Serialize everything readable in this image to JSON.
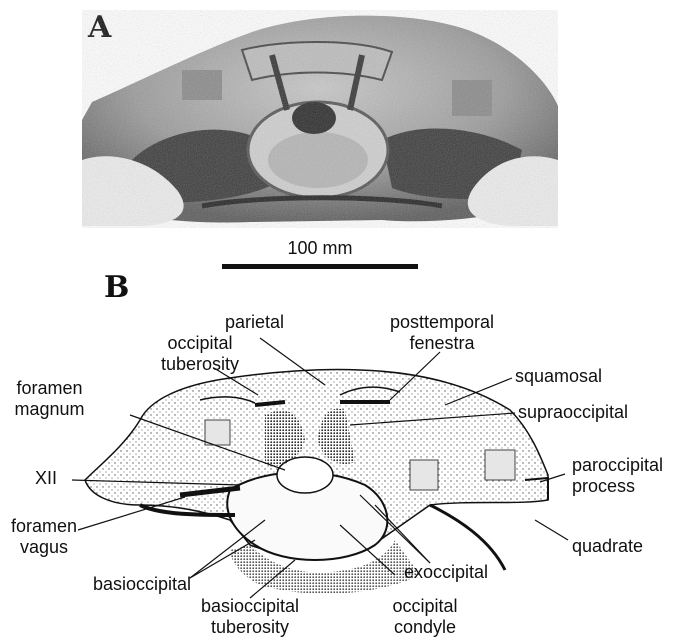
{
  "panels": {
    "a": "A",
    "b": "B"
  },
  "scale_bar": {
    "label": "100 mm"
  },
  "labels": {
    "parietal": "parietal",
    "posttemporal_fenestra": "posttemporal\nfenestra",
    "occipital_tuberosity": "occipital\ntuberosity",
    "squamosal": "squamosal",
    "foramen_magnum": "foramen\nmagnum",
    "supraoccipital": "supraoccipital",
    "xii": "XII",
    "paroccipital_process": "paroccipital\nprocess",
    "foramen_vagus": "foramen\nvagus",
    "quadrate": "quadrate",
    "exoccipital": "exoccipital",
    "basioccipital": "basioccipital",
    "basioccipital_tuberosity": "basioccipital\ntuberosity",
    "occipital_condyle": "occipital\ncondyle"
  }
}
